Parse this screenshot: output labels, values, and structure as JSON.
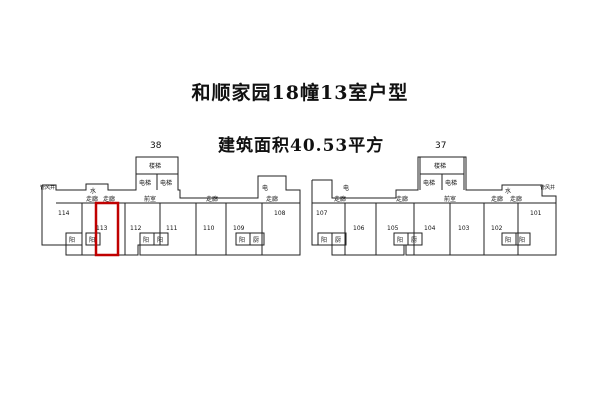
{
  "title": "和顺家园18幢13室户型",
  "area_text": "建筑面积40.53平方",
  "building_numbers": [
    "38",
    "37"
  ],
  "highlight_color": "#c00000",
  "stair_label": "楼梯",
  "elevator_label": "电梯",
  "corridor_label": "走廊",
  "lobby_label": "前室",
  "water_label": "水",
  "electric_label": "电",
  "balcony_label": "阳",
  "kitchen_label": "厨",
  "pipe_label": "管风井",
  "rooms": [
    "114",
    "113",
    "112",
    "111",
    "110",
    "109",
    "108",
    "107",
    "106",
    "105",
    "104",
    "103",
    "102",
    "101"
  ]
}
